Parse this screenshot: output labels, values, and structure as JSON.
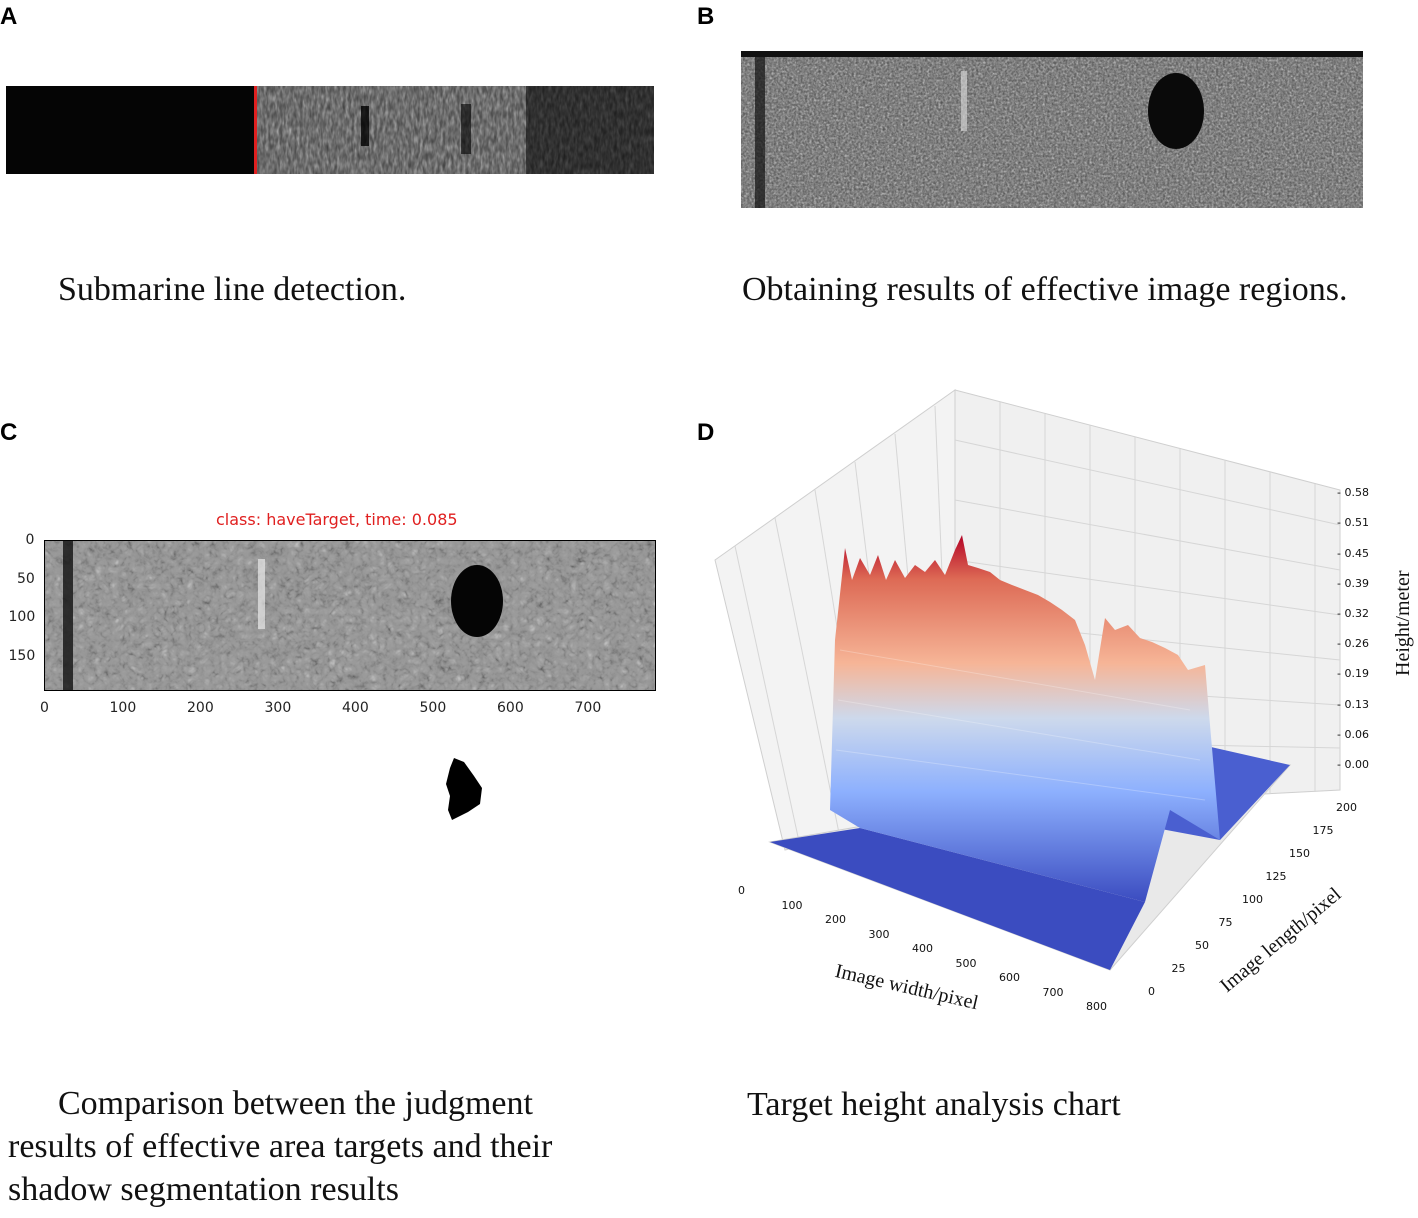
{
  "panels": {
    "a": {
      "letter": "A",
      "caption": "Submarine line detection."
    },
    "b": {
      "letter": "B",
      "caption": "Obtaining results of effective image regions."
    },
    "c": {
      "letter": "C",
      "plot_title": "class: haveTarget, time: 0.085",
      "x_ticks": [
        "0",
        "100",
        "200",
        "300",
        "400",
        "500",
        "600",
        "700"
      ],
      "y_ticks": [
        "0",
        "50",
        "100",
        "150"
      ],
      "caption_lines": [
        "Comparison between the judgment",
        "results of effective area targets and their",
        "shadow segmentation results"
      ]
    },
    "d": {
      "letter": "D",
      "caption": "Target height analysis chart",
      "xlabel": "Image width/pixel",
      "ylabel": "Image length/pixel",
      "zlabel": "Height/meter",
      "x_ticks": [
        "0",
        "100",
        "200",
        "300",
        "400",
        "500",
        "600",
        "700",
        "800"
      ],
      "y_ticks": [
        "0",
        "25",
        "50",
        "75",
        "100",
        "125",
        "150",
        "175",
        "200"
      ],
      "z_ticks": [
        "0.00",
        "0.06",
        "0.13",
        "0.19",
        "0.26",
        "0.32",
        "0.39",
        "0.45",
        "0.51",
        "0.58"
      ]
    }
  },
  "colors": {
    "accent_red": "#e02020",
    "surface_low": "#3b4cc0",
    "surface_high": "#b40426"
  }
}
